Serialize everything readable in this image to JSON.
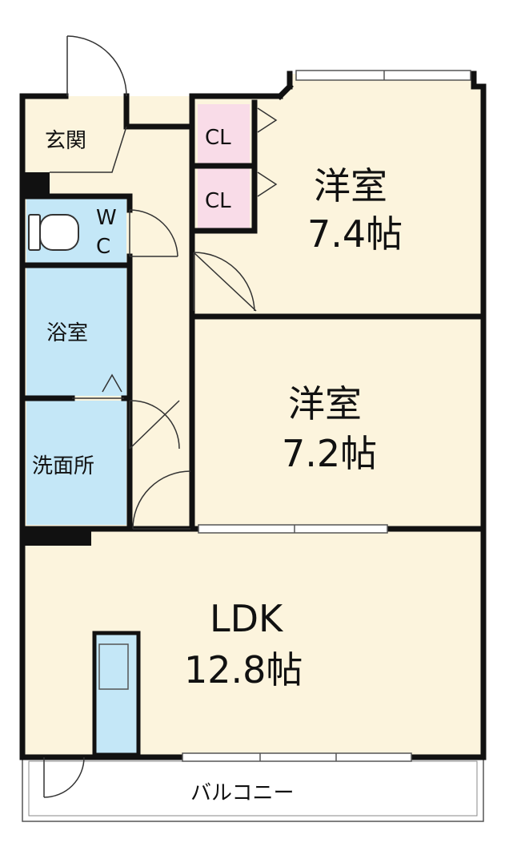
{
  "colors": {
    "floor": "#fcf4dd",
    "wet": "#c4e7f7",
    "closet": "#f9dce8",
    "wall": "#111111",
    "balcony": "#ffffff"
  },
  "rooms": {
    "entrance": {
      "label": "玄関"
    },
    "wc": {
      "label_w": "W",
      "label_c": "C"
    },
    "bath": {
      "label": "浴室"
    },
    "washroom": {
      "label": "洗面所"
    },
    "western1": {
      "name": "洋室",
      "size": "7.4帖"
    },
    "western2": {
      "name": "洋室",
      "size": "7.2帖"
    },
    "ldk": {
      "name": "LDK",
      "size": "12.8帖"
    },
    "closet1": {
      "label": "CL"
    },
    "closet2": {
      "label": "CL"
    },
    "balcony": {
      "label": "バルコニー"
    }
  }
}
